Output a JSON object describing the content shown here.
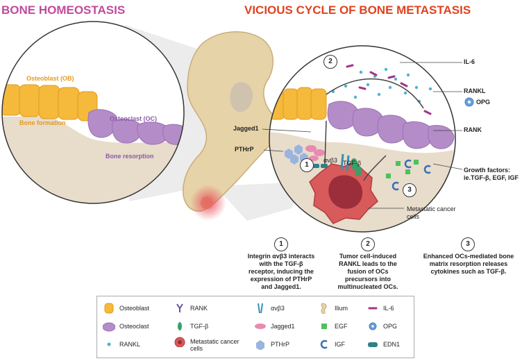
{
  "titles": {
    "left": "BONE HOMEOSTASIS",
    "right": "VICIOUS CYCLE OF BONE METASTASIS"
  },
  "homeostasis": {
    "osteoblast": "Osteoblast (OB)",
    "osteoclast": "Osteoclast (OC)",
    "formation": "Bone formation",
    "resorption": "Bone resorption"
  },
  "metastasis": {
    "il6": "IL-6",
    "rankl": "RANKL",
    "opg": "OPG",
    "rank": "RANK",
    "jagged1": "Jagged1",
    "pthrp": "PTHrP",
    "avb3": "αvβ3",
    "tgfb": "TGF-β",
    "growth_factors_line1": "Growth factors:",
    "growth_factors_line2": "ie.TGF-β, EGF, IGF",
    "cancer_line1": "Metastatic cancer",
    "cancer_line2": "cells"
  },
  "steps": [
    {
      "num": "1",
      "lines": [
        "Integrin αvβ3 interacts",
        "with the TGF-β",
        "receptor, inducing the",
        "expression of PTHrP",
        "and Jagged1."
      ]
    },
    {
      "num": "2",
      "lines": [
        "Tumor cell-induced",
        "RANKL leads to the",
        "fusion of OCs",
        "precursors into",
        "multinucleated OCs."
      ]
    },
    {
      "num": "3",
      "lines": [
        "Enhanced OCs-mediated bone",
        "matrix resorption releases",
        "cytokines such as TGF-β."
      ]
    }
  ],
  "legend": [
    {
      "label": "Osteoblast",
      "icon": "osteoblast-icon"
    },
    {
      "label": "Osteoclast",
      "icon": "osteoclast-icon"
    },
    {
      "label": "RANKL",
      "icon": "rankl-icon"
    },
    {
      "label": "RANK",
      "icon": "rank-icon"
    },
    {
      "label": "TGF-β",
      "icon": "tgfb-icon"
    },
    {
      "label": "Metastatic cancer cells",
      "icon": "cancer-cell-icon"
    },
    {
      "label": "αvβ3",
      "icon": "integrin-icon"
    },
    {
      "label": "Jagged1",
      "icon": "jagged1-icon"
    },
    {
      "label": "PTHrP",
      "icon": "pthrp-icon"
    },
    {
      "label": "Ilium",
      "icon": "ilium-icon"
    },
    {
      "label": "EGF",
      "icon": "egf-icon"
    },
    {
      "label": "IGF",
      "icon": "igf-icon"
    },
    {
      "label": "IL-6",
      "icon": "il6-icon"
    },
    {
      "label": "OPG",
      "icon": "opg-icon"
    },
    {
      "label": "EDN1",
      "icon": "edn1-icon"
    }
  ],
  "colors": {
    "title_left": "#c2499c",
    "title_right": "#e0421f",
    "osteoblast": "#f5b93c",
    "osteoclast": "#b48cc8",
    "bone": "#e8dccb",
    "rankl": "#4fb3cf",
    "cancer": "#c94a4a"
  }
}
